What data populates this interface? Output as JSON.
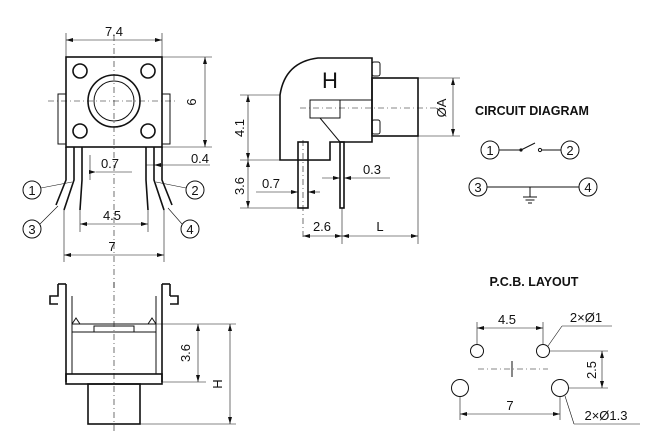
{
  "top_view": {
    "width_label": "7.4",
    "height_label": "6",
    "pin_gap_label": "0.7",
    "pin_thickness_label": "0.4",
    "pin_pitch_label": "4.5",
    "overall_width_label": "7",
    "pins": [
      "1",
      "2",
      "3",
      "4"
    ]
  },
  "side_view": {
    "marking": "H",
    "diameter_label": "ØA",
    "height_label": "4.1",
    "lead_height_label": "3.6",
    "lead_width_label": "0.7",
    "lead_thickness_label": "0.3",
    "offset_label": "2.6",
    "length_label": "L"
  },
  "front_view": {
    "height_label": "3.6",
    "total_height_label": "H"
  },
  "circuit": {
    "title": "CIRCUIT DIAGRAM",
    "pins": [
      "1",
      "2",
      "3",
      "4"
    ]
  },
  "pcb": {
    "title": "P.C.B. LAYOUT",
    "pitch_x_label": "4.5",
    "small_hole_label": "2×Ø1",
    "pitch_y_label": "2.5",
    "span_label": "7",
    "large_hole_label": "2×Ø1.3"
  }
}
